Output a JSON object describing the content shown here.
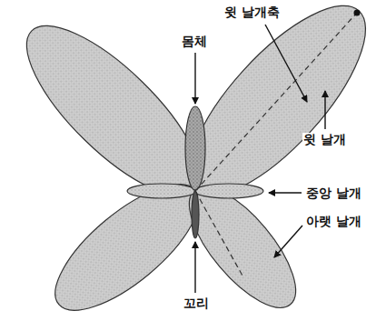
{
  "diagram": {
    "labels": [
      "윗 날개축",
      "몸체",
      "윗 날개",
      "중앙 날개",
      "아랫 날개",
      "꼬리"
    ]
  }
}
